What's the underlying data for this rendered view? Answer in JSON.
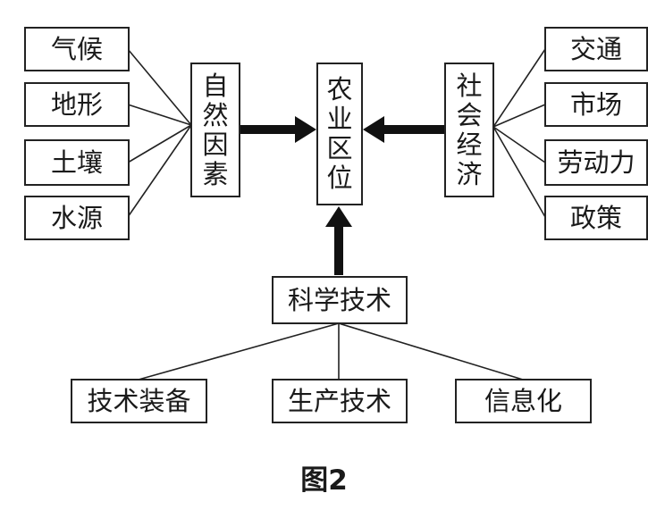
{
  "left_factors": [
    "气候",
    "地形",
    "土壤",
    "水源"
  ],
  "right_factors": [
    "交通",
    "市场",
    "劳动力",
    "政策"
  ],
  "natural_factors": "自然因素",
  "center": "农业区位",
  "social_economic": "社会经济",
  "technology": "科学技术",
  "tech_items": [
    "技术装备",
    "生产技术",
    "信息化"
  ],
  "caption": "图2"
}
